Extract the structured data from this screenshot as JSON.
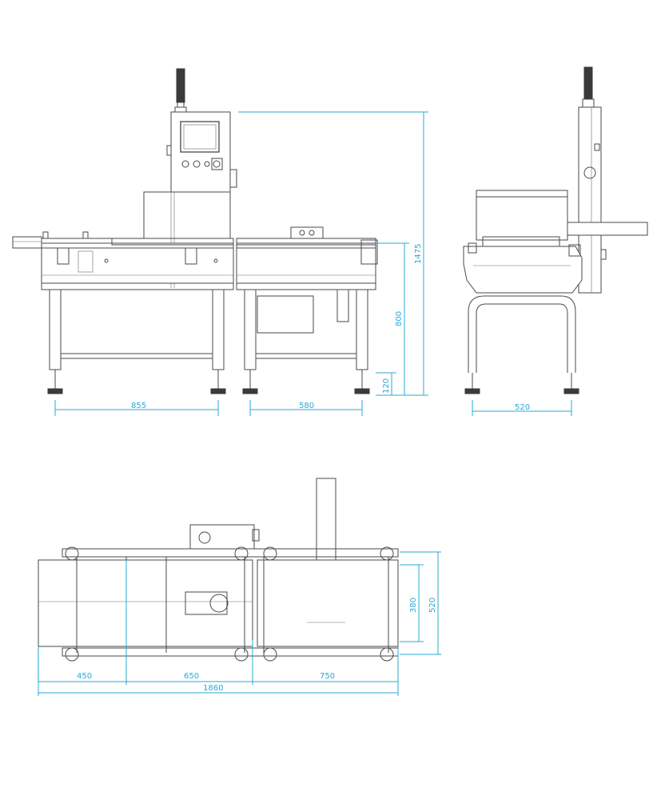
{
  "colors": {
    "dimension": "#2aa8d6",
    "machine": "#4a4a4a"
  },
  "dimensions": {
    "front_width_left": "855",
    "front_width_right": "580",
    "total_height": "1475",
    "table_height": "800",
    "foot_height": "120",
    "side_width": "520",
    "top_infeed": "450",
    "top_weigh": "650",
    "top_outfeed": "750",
    "top_total": "1860",
    "top_belt_width": "380",
    "top_frame_width": "520"
  }
}
